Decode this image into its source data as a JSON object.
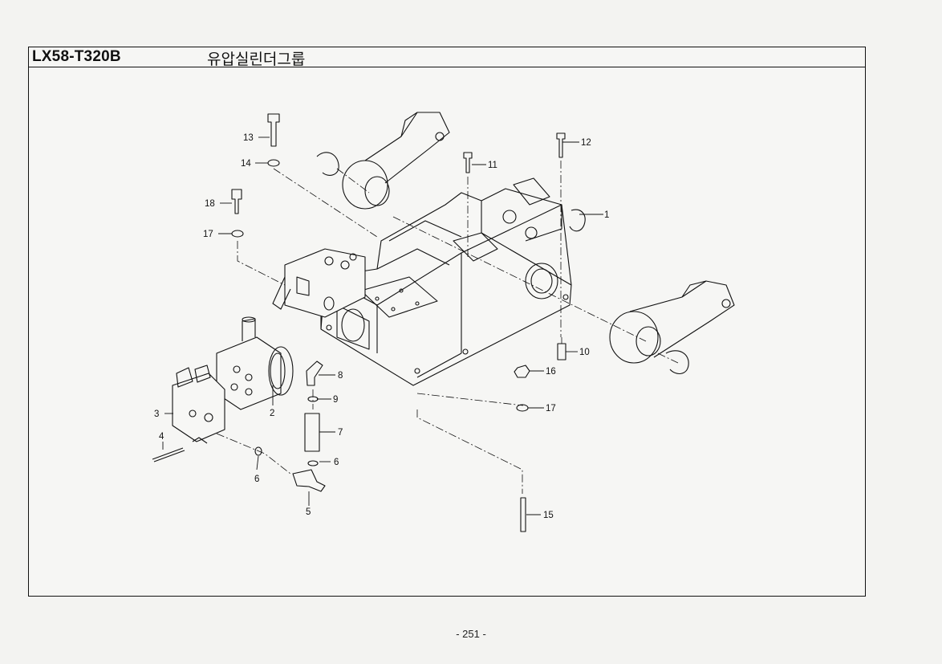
{
  "header": {
    "model": "LX58-T320B",
    "group_name": "유압실린더그룹"
  },
  "callouts": [
    "1",
    "2",
    "3",
    "4",
    "5",
    "6",
    "6",
    "7",
    "8",
    "9",
    "10",
    "11",
    "12",
    "13",
    "14",
    "15",
    "16",
    "17",
    "17",
    "18"
  ],
  "footer": {
    "page": "- 251 -"
  },
  "colors": {
    "line": "#111111",
    "paper": "#f3f3f1"
  }
}
